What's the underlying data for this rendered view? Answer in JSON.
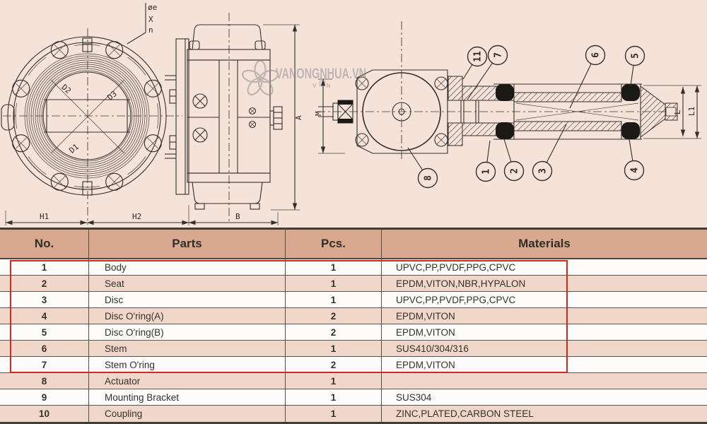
{
  "drawing": {
    "watermark": {
      "brand": "VANONGNHUA.VN",
      "sub": "V N"
    },
    "dims": {
      "h1": "H1",
      "h2": "H2",
      "b": "B",
      "a": "A",
      "m": "M",
      "l": "L",
      "l1": "L1",
      "d1": "D1",
      "d2": "D2",
      "d3": "D3"
    },
    "hole_note": {
      "dia": "øe",
      "x": "X",
      "n": "n"
    },
    "callouts": [
      {
        "n": "1"
      },
      {
        "n": "2"
      },
      {
        "n": "3"
      },
      {
        "n": "4"
      },
      {
        "n": "5"
      },
      {
        "n": "6"
      },
      {
        "n": "7"
      },
      {
        "n": "8"
      },
      {
        "n": "11"
      }
    ]
  },
  "table": {
    "headers": [
      "No.",
      "Parts",
      "Pcs.",
      "Materials"
    ],
    "rows": [
      {
        "no": "1",
        "part": "Body",
        "pcs": "1",
        "material": "UPVC,PP,PVDF,PPG,CPVC"
      },
      {
        "no": "2",
        "part": "Seat",
        "pcs": "1",
        "material": "EPDM,VITON,NBR,HYPALON"
      },
      {
        "no": "3",
        "part": "Disc",
        "pcs": "1",
        "material": "UPVC,PP,PVDF,PPG,CPVC"
      },
      {
        "no": "4",
        "part": "Disc O'ring(A)",
        "pcs": "2",
        "material": "EPDM,VITON"
      },
      {
        "no": "5",
        "part": "Disc O'ring(B)",
        "pcs": "2",
        "material": "EPDM,VITON"
      },
      {
        "no": "6",
        "part": "Stem",
        "pcs": "1",
        "material": "SUS410/304/316"
      },
      {
        "no": "7",
        "part": "Stem O'ring",
        "pcs": "2",
        "material": "EPDM,VITON"
      },
      {
        "no": "8",
        "part": "Actuator",
        "pcs": "1",
        "material": ""
      },
      {
        "no": "9",
        "part": "Mounting Bracket",
        "pcs": "1",
        "material": "SUS304"
      },
      {
        "no": "10",
        "part": "Coupling",
        "pcs": "1",
        "material": "ZINC,PLATED,CARBON STEEL"
      }
    ],
    "highlight_color": "#d0291e"
  }
}
